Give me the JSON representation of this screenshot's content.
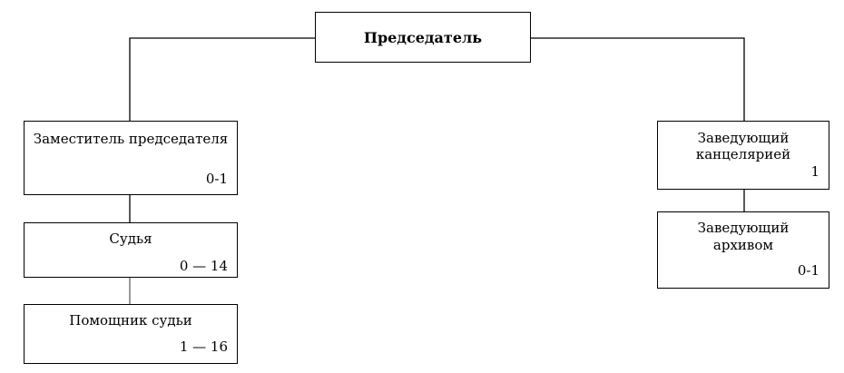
{
  "chart": {
    "chairman": {
      "title": "Председатель"
    },
    "deputy": {
      "title": "Заместитель председателя",
      "count": "0-1"
    },
    "judge": {
      "title": "Судья",
      "count": "0 — 14"
    },
    "assistant": {
      "title": "Помощник судьи",
      "count": "1 — 16"
    },
    "office_head": {
      "title_line1": "Заведующий",
      "title_line2": "канцелярией",
      "count": "1"
    },
    "archive_head": {
      "title_line1": "Заведующий",
      "title_line2": "архивом",
      "count": "0-1"
    }
  },
  "colors": {
    "line": "#000000",
    "box_border": "#000000",
    "background": "#ffffff"
  }
}
